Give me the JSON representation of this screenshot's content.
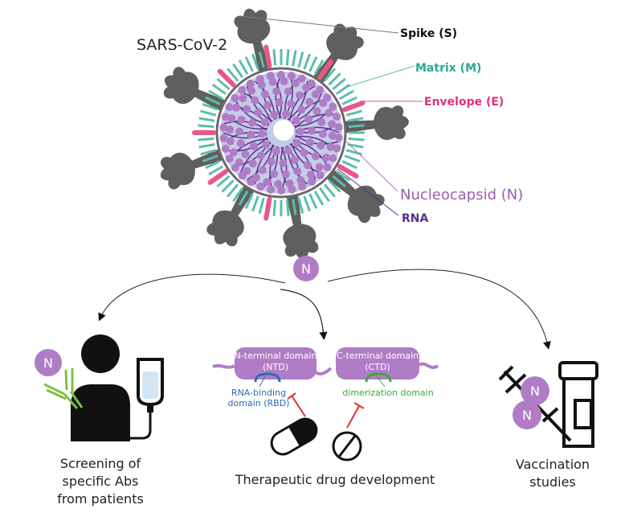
{
  "virus": {
    "title": "SARS-CoV-2",
    "labels": {
      "spike": "Spike (S)",
      "matrix": "Matrix (M)",
      "envelope": "Envelope (E)",
      "nucleocapsid": "Nucleocapsid (N)",
      "rna": "RNA"
    }
  },
  "n_badge": "N",
  "applications": {
    "screening": {
      "line1": "Screening of",
      "line2": "specific Abs",
      "line3": "from patients"
    },
    "therapeutic": {
      "title": "Therapeutic drug development",
      "ntd_line1": "N-terminal domain",
      "ntd_line2": "(NTD)",
      "ctd_line1": "C-terminal domain",
      "ctd_line2": "(CTD)",
      "rbd_line1": "RNA-binding",
      "rbd_line2": "domain (RBD)",
      "dimer": "dimerization domain"
    },
    "vaccination": {
      "line1": "Vaccination",
      "line2": "studies"
    }
  },
  "colors": {
    "spike": "#5f5f5f",
    "matrix": "#5bbfa6",
    "envelope": "#e8568a",
    "nucleocapsid": "#b07cc6",
    "rna": "#5a2d8c",
    "rbd": "#2a6db5",
    "dimer": "#3aaa35",
    "inhibit": "#e03030",
    "antibody": "#7cc242"
  }
}
